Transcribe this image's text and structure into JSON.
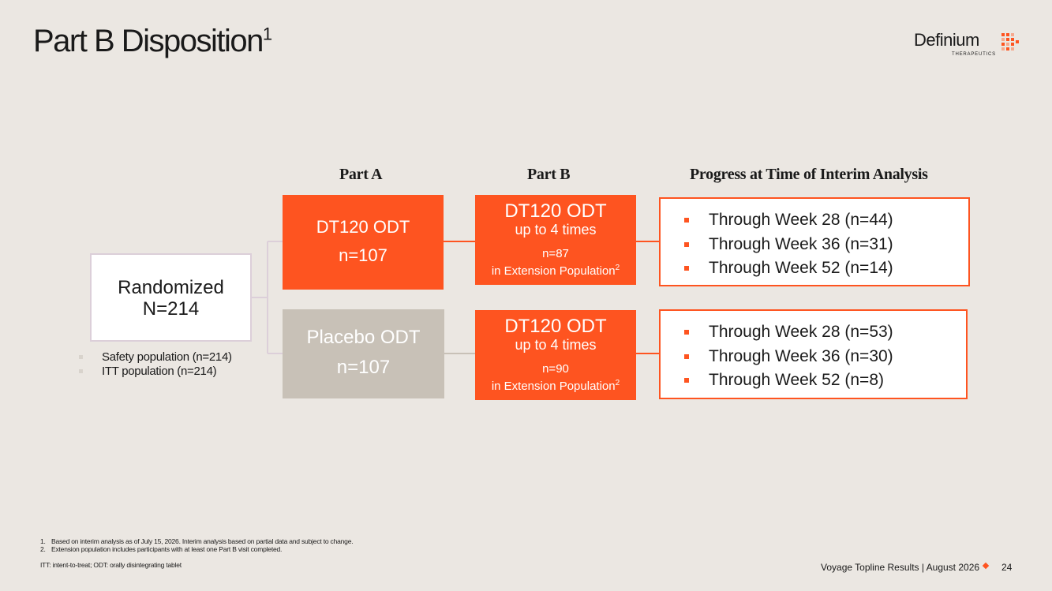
{
  "header": {
    "title": "Part B Disposition",
    "title_superscript": "1",
    "logo_word": "Definium",
    "logo_sub": "THERAPEUTICS"
  },
  "columns": {
    "part_a": "Part A",
    "part_b": "Part B",
    "progress": "Progress at Time of Interim Analysis"
  },
  "randomized": {
    "line1": "Randomized",
    "line2": "N=214"
  },
  "populations": [
    "Safety population (n=214)",
    "ITT population (n=214)"
  ],
  "part_a": {
    "active": {
      "label": "DT120 ODT",
      "n": "n=107"
    },
    "placebo": {
      "label": "Placebo ODT",
      "n": "n=107"
    }
  },
  "part_b": [
    {
      "title": "DT120 ODT",
      "subtitle": "up to 4 times",
      "n": "n=87",
      "population": "in Extension Population",
      "footnote": "2"
    },
    {
      "title": "DT120 ODT",
      "subtitle": "up to 4 times",
      "n": "n=90",
      "population": "in Extension Population",
      "footnote": "2"
    }
  ],
  "progress": [
    [
      "Through Week 28 (n=44)",
      "Through Week 36 (n=31)",
      "Through Week 52 (n=14)"
    ],
    [
      "Through Week 28 (n=53)",
      "Through Week 36 (n=30)",
      "Through Week 52 (n=8)"
    ]
  ],
  "footnotes": [
    {
      "num": "1.",
      "text": "Based on interim analysis as of July 15, 2026.  Interim analysis based on partial data and subject to change."
    },
    {
      "num": "2.",
      "text": "Extension population includes participants with at least one Part B visit completed."
    }
  ],
  "abbreviations": "ITT: intent-to-treat; ODT: orally disintegrating tablet",
  "footer": {
    "text": "Voyage Topline Results | August 2026",
    "page": "24"
  },
  "colors": {
    "accent": "#fe5420",
    "placebo": "#c8c1b7",
    "background": "#ebe7e2",
    "connector": "#dccfd9"
  }
}
